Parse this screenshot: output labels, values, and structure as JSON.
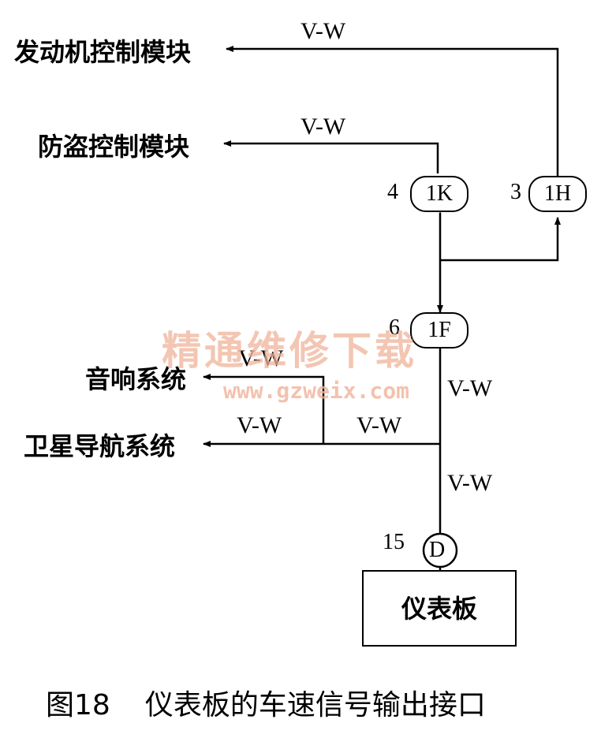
{
  "modules": {
    "engine": "发动机控制模块",
    "antitheft": "防盗控制模块",
    "audio": "音响系统",
    "nav": "卫星导航系统",
    "cluster": "仪表板"
  },
  "wires": {
    "engine": "V-W",
    "antitheft": "V-W",
    "audio": "V-W",
    "nav_left": "V-W",
    "nav_right": "V-W",
    "main_upper": "V-W",
    "main_lower": "V-W"
  },
  "connectors": {
    "c1k": {
      "pin": "4",
      "name": "1K"
    },
    "c1h": {
      "pin": "3",
      "name": "1H"
    },
    "c1f": {
      "pin": "6",
      "name": "1F"
    },
    "cd": {
      "pin": "15",
      "name": "D"
    }
  },
  "watermark": {
    "cn": "精通维修下载",
    "url": "www.gzweix.com"
  },
  "caption": {
    "fig": "图18",
    "title": "仪表板的车速信号输出接口"
  }
}
